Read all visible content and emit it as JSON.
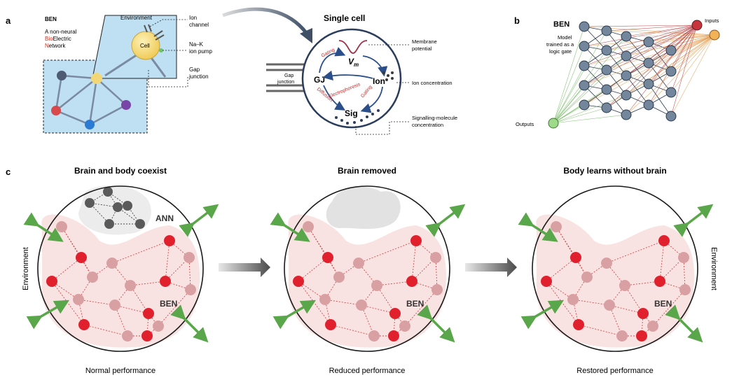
{
  "panel_a": {
    "letter": "a",
    "ben_title": "BEN",
    "ben_line1": "A non-neural",
    "ben_line2_hi": "Bio",
    "ben_line2_rest": "Electric",
    "ben_line3_hi": "N",
    "ben_line3_rest": "etwork",
    "environment": "Environment",
    "cell": "Cell",
    "ion_channel_1": "Ion",
    "ion_channel_2": "channel",
    "pump_1": "Na–K",
    "pump_2": "ion pump",
    "gap_1": "Gap",
    "gap_2": "junction",
    "single_cell": "Single cell",
    "gap_junction_1": "Gap",
    "gap_junction_2": "junction",
    "gj": "GJ",
    "vm": "V",
    "vm_sub": "m",
    "ion": "Ion",
    "sig": "Sig",
    "gating_top": "Gating",
    "gating_right": "Gating",
    "electrophoresis": "Electrophoresis",
    "diffusion": "Diffusion",
    "membrane_1": "Membrane",
    "membrane_2": "potential",
    "ion_conc": "Ion concentration",
    "signal_1": "Signalling-molecule",
    "signal_2": "concentration"
  },
  "panel_b": {
    "letter": "b",
    "ben": "BEN",
    "model_1": "Model",
    "model_2": "trained as a",
    "model_3": "logic gate",
    "inputs": "Inputs",
    "outputs": "Outputs"
  },
  "panel_c": {
    "letter": "c",
    "titles": [
      "Brain and body coexist",
      "Brain removed",
      "Body learns without brain"
    ],
    "captions": [
      "Normal performance",
      "Reduced performance",
      "Restored performance"
    ],
    "ann": "ANN",
    "ben": "BEN",
    "environment": "Environment"
  },
  "colors": {
    "cell_body": "#f6d776",
    "environment_fill": "#cfe6f6",
    "red_node": "#e0202c",
    "pink_node": "#d9a0a3",
    "tissue": "#f9e3e2",
    "green_arrow": "#5aa64a",
    "network_node": "#73869b",
    "dark_node": "#5a5a5a",
    "text_red": "#d03020"
  }
}
